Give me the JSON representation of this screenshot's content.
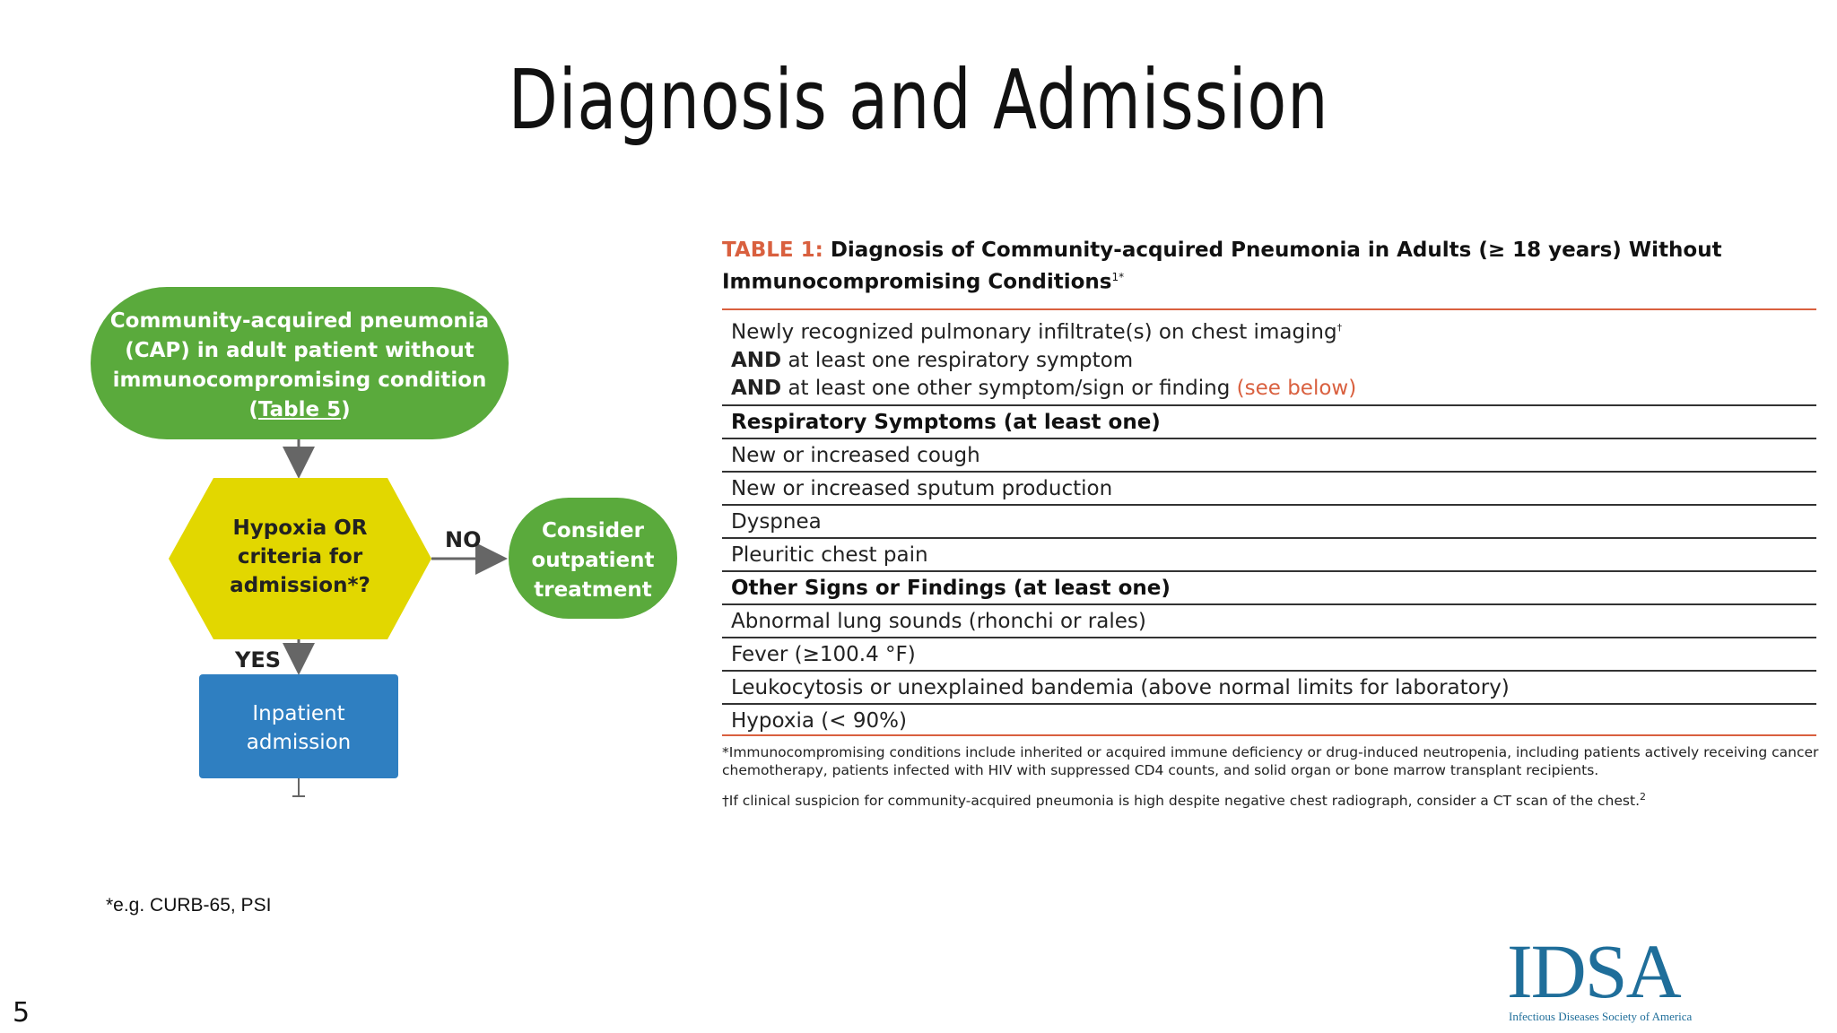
{
  "slide": {
    "title": "Diagnosis and Admission",
    "note": "*e.g. CURB-65, PSI",
    "page_number": "5"
  },
  "flowchart": {
    "start": {
      "line1": "Community-acquired pneumonia",
      "line2": "(CAP) in adult patient without",
      "line3": "immunocompromising condition",
      "paren_open": "(",
      "link": "Table 5",
      "paren_close": ")"
    },
    "decision": {
      "line1_a": "Hypoxia ",
      "line1_b": "OR",
      "line2": "criteria for",
      "line3": "admission*?"
    },
    "no_label": "NO",
    "yes_label": "YES",
    "outpatient": {
      "line1": "Consider",
      "line2": "outpatient",
      "line3": "treatment"
    },
    "inpatient": {
      "line1": "Inpatient",
      "line2": "admission"
    },
    "colors": {
      "green": "#5aaa3c",
      "yellow": "#e2d700",
      "blue": "#2f7fc1",
      "arrow": "#666666"
    }
  },
  "table": {
    "label": "TABLE 1:",
    "title_line1": " Diagnosis of Community-acquired Pneumonia in Adults (≥ 18 years) Without",
    "title_line2": "Immunocompromising Conditions",
    "title_sup": "1*",
    "criteria": {
      "line1": "Newly recognized pulmonary infiltrate(s) on chest imaging",
      "line1_sup": "†",
      "line2_bold": "AND",
      "line2": " at least one respiratory symptom",
      "line3_bold": "AND",
      "line3": " at least one other symptom/sign or finding ",
      "line3_ref": "(see below)"
    },
    "rows": [
      {
        "text": "Respiratory Symptoms (at least one)",
        "bold": true
      },
      {
        "text": "New or increased cough",
        "bold": false
      },
      {
        "text": "New or increased sputum production",
        "bold": false
      },
      {
        "text": "Dyspnea",
        "bold": false
      },
      {
        "text": "Pleuritic chest pain",
        "bold": false
      },
      {
        "text": "Other Signs or Findings (at least one)",
        "bold": true
      },
      {
        "text": "Abnormal lung sounds (rhonchi or rales)",
        "bold": false
      },
      {
        "text": "Fever (≥100.4 °F)",
        "bold": false
      },
      {
        "text": "Leukocytosis or unexplained bandemia (above normal limits for laboratory)",
        "bold": false
      },
      {
        "text": "Hypoxia (< 90%)",
        "bold": false
      }
    ],
    "footnote1": "*Immunocompromising conditions include inherited or acquired immune deficiency or drug-induced neutropenia, including patients actively receiving cancer chemotherapy, patients infected with HIV with suppressed CD4 counts, and solid organ or bone marrow transplant recipients.",
    "footnote2": "†If clinical suspicion for community-acquired pneumonia is high despite negative chest radiograph, consider a CT scan of the chest.",
    "footnote2_sup": "2",
    "accent_color": "#d9603f"
  },
  "logo": {
    "mark": "IDSA",
    "subtitle": "Infectious Diseases Society of America",
    "color": "#1f6e9a"
  }
}
